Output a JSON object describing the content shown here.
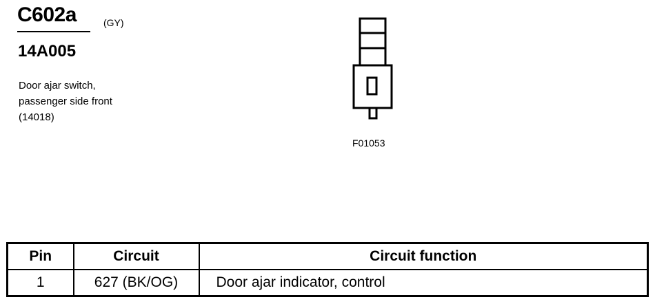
{
  "header": {
    "connector_id": "C602a",
    "connector_color": "(GY)",
    "part_number": "14A005"
  },
  "description": {
    "lines": [
      "Door ajar switch,",
      "passenger side front",
      "(14018)"
    ]
  },
  "figure": {
    "id": "F01053"
  },
  "table": {
    "headers": {
      "pin": "Pin",
      "circuit": "Circuit",
      "function": "Circuit function"
    },
    "rows": [
      {
        "pin": "1",
        "circuit": "627 (BK/OG)",
        "function": "Door ajar indicator, control"
      }
    ]
  }
}
